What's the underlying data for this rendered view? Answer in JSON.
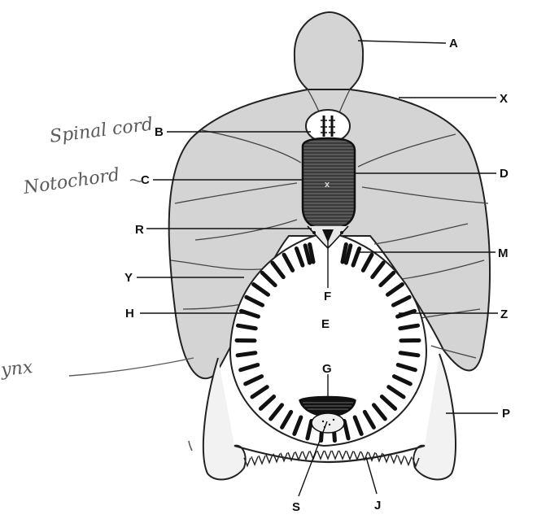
{
  "labels": {
    "A": "A",
    "X": "X",
    "B": "B",
    "C": "C",
    "D": "D",
    "R": "R",
    "M": "M",
    "Y": "Y",
    "F": "F",
    "H": "H",
    "E": "E",
    "Z": "Z",
    "G": "G",
    "P": "P",
    "S": "S",
    "J": "J"
  },
  "handwriting": {
    "spinal": "Spinal cord",
    "notochord": "Notochord",
    "pharynx": "ynx"
  },
  "colors": {
    "ink": "#111111",
    "muscle_fill": "#d4d4d4",
    "notochord_fill": "#3a3a3a",
    "pencil": "#5a5a5a"
  }
}
